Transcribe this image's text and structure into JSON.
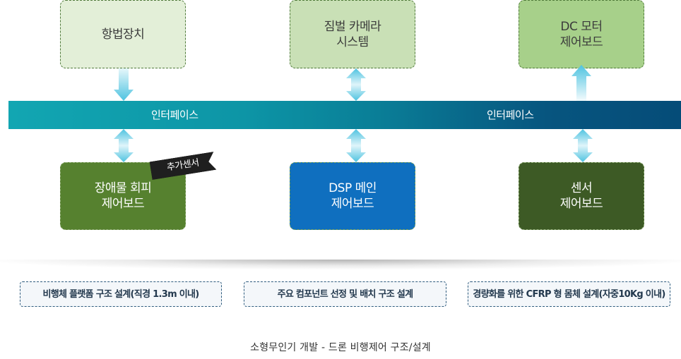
{
  "diagram": {
    "top_modules": [
      {
        "id": "nav",
        "label": "항법장치"
      },
      {
        "id": "gimbal",
        "label": "짐벌 카메라\n시스템"
      },
      {
        "id": "dc",
        "label": "DC 모터\n제어보드"
      }
    ],
    "bus": {
      "labels": [
        "인터페이스",
        "인터페이스"
      ],
      "colors": {
        "start": "#12a6b2",
        "end": "#054c78"
      }
    },
    "bottom_modules": [
      {
        "id": "obstacle",
        "label": "장애물 회피\n제어보드",
        "tag": "추가센서"
      },
      {
        "id": "dsp",
        "label": "DSP 메인\n제어보드"
      },
      {
        "id": "sensor",
        "label": "센서\n제어보드"
      }
    ],
    "connections": [
      {
        "from": "nav",
        "to": "bus",
        "direction": "down"
      },
      {
        "from": "gimbal",
        "to": "bus",
        "direction": "both"
      },
      {
        "from": "bus",
        "to": "dc",
        "direction": "up"
      },
      {
        "from": "bus",
        "to": "obstacle",
        "direction": "both"
      },
      {
        "from": "bus",
        "to": "dsp",
        "direction": "both"
      },
      {
        "from": "bus",
        "to": "sensor",
        "direction": "both"
      }
    ]
  },
  "specs": [
    "비행체 플랫폼 구조 설계(직경 1.3m 이내)",
    "주요 컴포넌트 선정 및 배치 구조 설계",
    "경량화를 위한 CFRP 형 몸체 설계(자중10Kg 이내)"
  ],
  "caption": "소형무인기 개발 - 드론 비행제어 구조/설계"
}
